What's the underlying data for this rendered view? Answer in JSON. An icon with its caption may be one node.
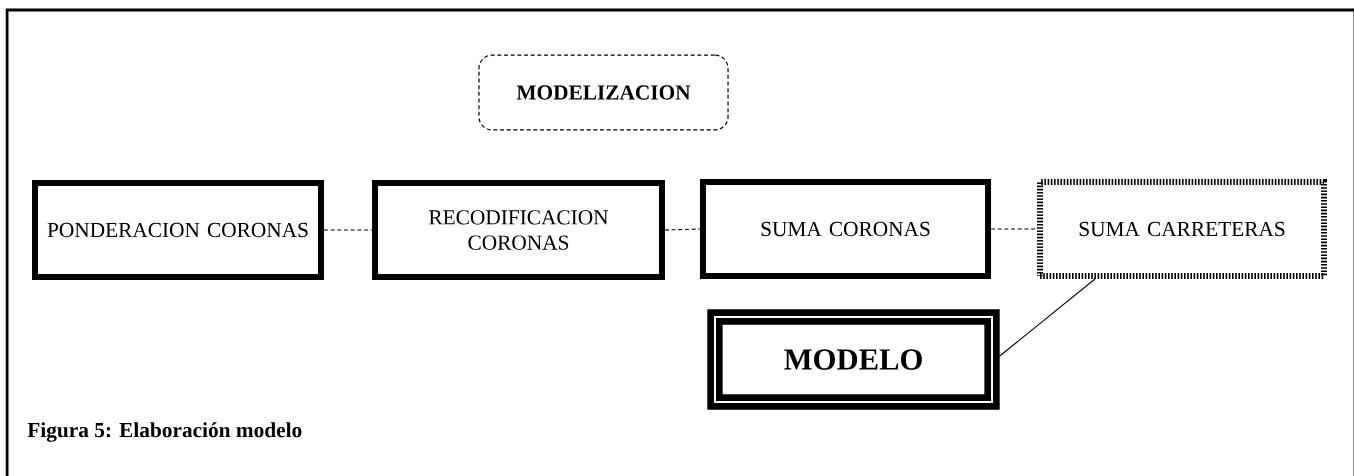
{
  "diagram": {
    "caption": "Figura 5: Elaboración modelo",
    "nodes": [
      {
        "text": [
          "MODELIZACION"
        ]
      },
      {
        "text": [
          "PONDERACION CORONAS"
        ]
      },
      {
        "text": [
          "RECODIFICACION CORONAS"
        ]
      },
      {
        "text": [
          "SUMA CORONAS"
        ]
      },
      {
        "text": [
          "SUMA CARRETERAS"
        ]
      },
      {
        "text": [
          "MODELO"
        ]
      }
    ],
    "edges": [
      {
        "from": 1,
        "to": 2,
        "arrow": "none",
        "style": "dashed"
      },
      {
        "from": 2,
        "to": 3,
        "arrow": "none",
        "style": "dashed"
      },
      {
        "from": 3,
        "to": 4,
        "arrow": "none",
        "style": "dashed"
      },
      {
        "from": 4,
        "to": 5,
        "arrow": "none"
      }
    ]
  }
}
